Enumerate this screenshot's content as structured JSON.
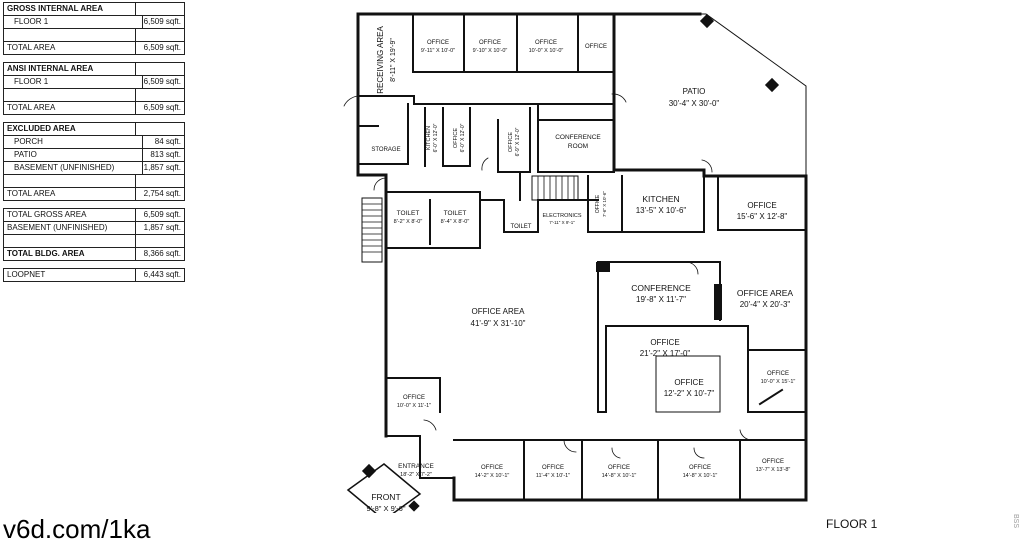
{
  "table": {
    "gross": {
      "header": "GROSS INTERNAL AREA",
      "rows": [
        {
          "label": "FLOOR 1",
          "value": "6,509 sqft."
        }
      ],
      "total_label": "TOTAL AREA",
      "total_value": "6,509 sqft."
    },
    "ansi": {
      "header": "ANSI INTERNAL AREA",
      "rows": [
        {
          "label": "FLOOR 1",
          "value": "6,509 sqft."
        }
      ],
      "total_label": "TOTAL AREA",
      "total_value": "6,509 sqft."
    },
    "excluded": {
      "header": "EXCLUDED AREA",
      "rows": [
        {
          "label": "PORCH",
          "value": "84 sqft."
        },
        {
          "label": "PATIO",
          "value": "813 sqft."
        },
        {
          "label": "BASEMENT (UNFINISHED)",
          "value": "1,857 sqft."
        }
      ],
      "total_label": "TOTAL AREA",
      "total_value": "2,754 sqft."
    },
    "summary": {
      "rows": [
        {
          "label": "TOTAL GROSS AREA",
          "value": "6,509 sqft."
        },
        {
          "label": "BASEMENT (UNFINISHED)",
          "value": "1,857 sqft."
        }
      ],
      "total_label": "TOTAL BLDG. AREA",
      "total_value": "8,366 sqft."
    },
    "loopnet": {
      "label": "LOOPNET",
      "value": "6,443 sqft."
    }
  },
  "rooms": {
    "receiving": {
      "name": "RECEIVING AREA",
      "dim": "8'-11\" X 19'-9\""
    },
    "office_top1": {
      "name": "OFFICE",
      "dim": "9'-11\" X 10'-0\""
    },
    "office_top2": {
      "name": "OFFICE",
      "dim": "9'-10\" X 10'-0\""
    },
    "office_top3": {
      "name": "OFFICE",
      "dim": "10'-0\" X 10'-0\""
    },
    "office_top4": {
      "name": "OFFICE"
    },
    "patio": {
      "name": "PATIO",
      "dim": "30'-4\" X 30'-0\""
    },
    "storage": {
      "name": "STORAGE"
    },
    "kitchen_small": {
      "name": "KITCHEN",
      "dim": "6'-0\" X 12'-0\""
    },
    "office_v1": {
      "name": "OFFICE",
      "dim": "6'-0\" X 12'-0\""
    },
    "office_v2": {
      "name": "OFFICE",
      "dim": "6'-9\" X 12'-0\""
    },
    "conference_room": {
      "name": "CONFERENCE",
      "name2": "ROOM"
    },
    "toilet1": {
      "name": "TOILET",
      "dim": "8'-2\" X 8'-0\""
    },
    "toilet2": {
      "name": "TOILET",
      "dim": "8'-4\" X 8'-0\""
    },
    "toilet3": {
      "name": "TOILET"
    },
    "electronics": {
      "name": "ELECTRONICS",
      "dim": "7'-11\" X 9'-1\""
    },
    "office_v3": {
      "name": "OFFICE",
      "dim": "7'-6\" X 10'-6\""
    },
    "kitchen": {
      "name": "KITCHEN",
      "dim": "13'-5\" X 10'-6\""
    },
    "office_ne": {
      "name": "OFFICE",
      "dim": "15'-6\" X 12'-8\""
    },
    "conference": {
      "name": "CONFERENCE",
      "dim": "19'-8\" X 11'-7\""
    },
    "office_area_e": {
      "name": "OFFICE AREA",
      "dim": "20'-4\" X 20'-3\""
    },
    "office_area_main": {
      "name": "OFFICE AREA",
      "dim": "41'-9\" X 31'-10\""
    },
    "office_mid": {
      "name": "OFFICE",
      "dim": "21'-2\" X 17'-0\""
    },
    "office_inner": {
      "name": "OFFICE",
      "dim": "12'-2\" X 10'-7\""
    },
    "office_e1": {
      "name": "OFFICE",
      "dim": "10'-0\" X 15'-1\""
    },
    "office_w": {
      "name": "OFFICE",
      "dim": "10'-0\" X 11'-1\""
    },
    "entrance": {
      "name": "ENTRANCE",
      "dim": "18'-2\" X 7'-2\""
    },
    "front": {
      "name": "FRONT",
      "dim": "9'-8\" X 9'-6\""
    },
    "office_b1": {
      "name": "OFFICE",
      "dim": "14'-2\" X 10'-1\""
    },
    "office_b2": {
      "name": "OFFICE",
      "dim": "11'-4\" X 10'-1\""
    },
    "office_b3": {
      "name": "OFFICE",
      "dim": "14'-8\" X 10'-1\""
    },
    "office_b4": {
      "name": "OFFICE",
      "dim": "14'-8\" X 10'-1\""
    },
    "office_b5": {
      "name": "OFFICE",
      "dim": "13'-7\" X 13'-8\""
    }
  },
  "watermark": "v6d.com/1ka",
  "floor_label": "FLOOR 1",
  "corner_mark": "BSS"
}
